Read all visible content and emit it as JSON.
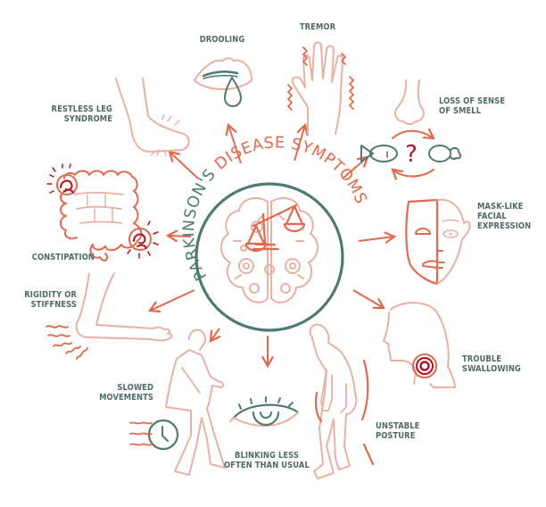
{
  "title": {
    "part1": "PARKINSON'S",
    "part2": "DISEASE SYMPTOMS",
    "part1_color": "#4f7a72",
    "part2_color": "#e06a4e"
  },
  "colors": {
    "label_text": "#4f6b66",
    "outline_light": "#e8b1a4",
    "outline_accent": "#e06a4e",
    "dark_red": "#b3121f",
    "teal": "#4f7a72",
    "arrow": "#e06a4e"
  },
  "symptoms": [
    {
      "id": "drooling",
      "icon": "lips-drop-icon",
      "lines": [
        "DROOLING"
      ]
    },
    {
      "id": "tremor",
      "icon": "shaking-hand-icon",
      "lines": [
        "TREMOR"
      ]
    },
    {
      "id": "restless-leg",
      "icon": "foot-icon",
      "lines": [
        "RESTLESS LEG",
        "SYNDROME"
      ]
    },
    {
      "id": "loss-of-smell",
      "icon": "nose-icon",
      "lines": [
        "LOSS OF SENSE",
        "OF SMELL"
      ]
    },
    {
      "id": "smell-confusion",
      "icon": "fish-question-drumstick-icon",
      "lines": [
        "?"
      ]
    },
    {
      "id": "constipation",
      "icon": "intestines-icon",
      "lines": [
        "CONSTIPATION"
      ]
    },
    {
      "id": "mask-face",
      "icon": "half-face-icon",
      "lines": [
        "MASK-LIKE",
        "FACIAL",
        "EXPRESSION"
      ]
    },
    {
      "id": "rigidity",
      "icon": "bent-arm-icon",
      "lines": [
        "RIGIDITY OR",
        "STIFFNESS"
      ]
    },
    {
      "id": "trouble-swallowing",
      "icon": "head-throat-icon",
      "lines": [
        "TROUBLE",
        "SWALLOWING"
      ]
    },
    {
      "id": "slowed-movements",
      "icon": "walking-man-clock-icon",
      "lines": [
        "SLOWED",
        "MOVEMENTS"
      ]
    },
    {
      "id": "blinking",
      "icon": "eye-icon",
      "lines": [
        "BLINKING LESS",
        "OFTEN THAN USUAL"
      ]
    },
    {
      "id": "unstable-posture",
      "icon": "stooped-man-icon",
      "lines": [
        "UNSTABLE",
        "POSTURE"
      ]
    }
  ]
}
